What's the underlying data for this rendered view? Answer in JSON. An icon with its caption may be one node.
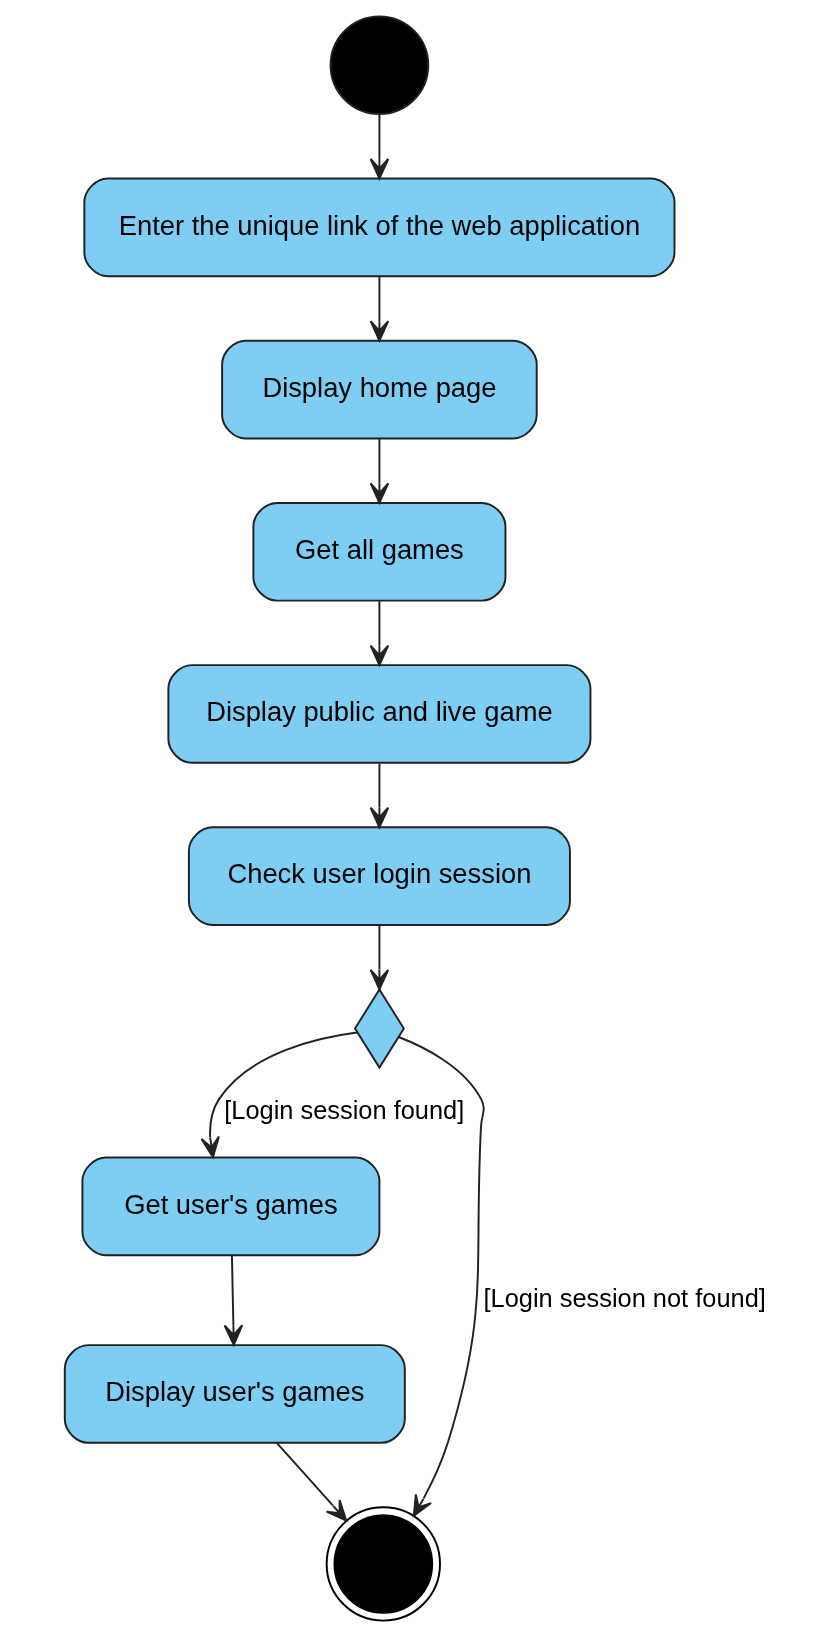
{
  "diagram": {
    "nodes": [
      {
        "text": [],
        "shape": "circle"
      },
      {
        "text": [
          "Enter the unique link of the web application"
        ]
      },
      {
        "text": [
          "Display home page"
        ]
      },
      {
        "text": [
          "Get all games"
        ]
      },
      {
        "text": [
          "Display public and live game"
        ]
      },
      {
        "text": [
          "Check user login session"
        ]
      },
      {
        "text": [],
        "shape": "diamond"
      },
      {
        "text": [
          "Get user's games"
        ]
      },
      {
        "text": [
          "Display user's games"
        ]
      },
      {
        "text": [],
        "shape": "bullseye"
      }
    ],
    "edges": [
      {
        "from": 0,
        "to": 1,
        "arrow": "to"
      },
      {
        "from": 1,
        "to": 2,
        "arrow": "to"
      },
      {
        "from": 2,
        "to": 3,
        "arrow": "to"
      },
      {
        "from": 3,
        "to": 4,
        "arrow": "to"
      },
      {
        "from": 4,
        "to": 5,
        "arrow": "to"
      },
      {
        "from": 5,
        "to": 6,
        "arrow": "to"
      },
      {
        "from": 6,
        "to": 7,
        "arrow": "to",
        "label": "[Login session found]"
      },
      {
        "from": 6,
        "to": 9,
        "arrow": "to",
        "label": "[Login session not found]"
      },
      {
        "from": 7,
        "to": 8,
        "arrow": "to"
      },
      {
        "from": 8,
        "to": 9,
        "arrow": "to"
      }
    ]
  }
}
